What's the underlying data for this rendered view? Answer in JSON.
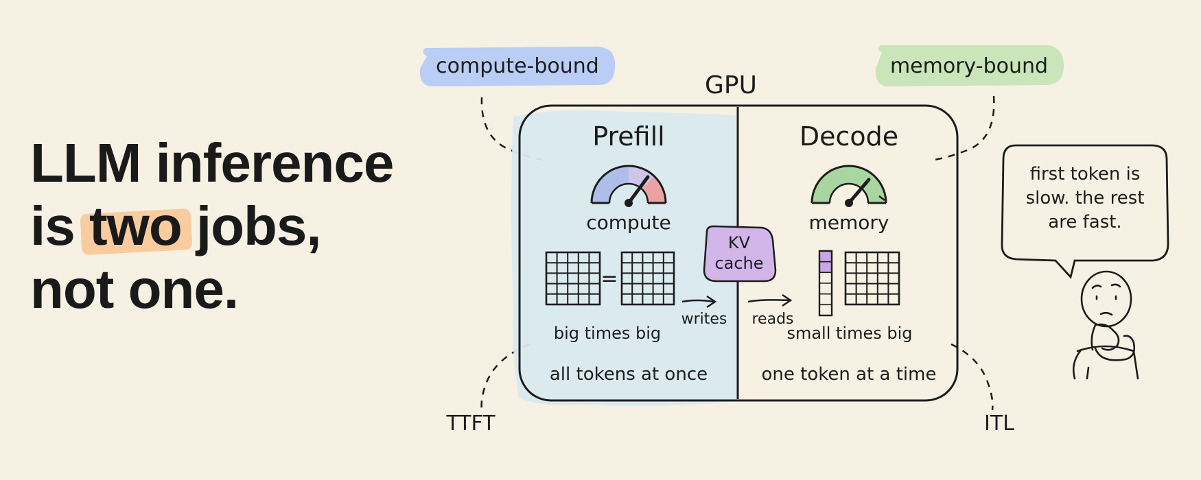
{
  "headline": {
    "line1": "LLM inference",
    "line2_before": "is ",
    "line2_highlight": "two",
    "line2_after": " jobs,",
    "line3": "not one."
  },
  "diagram": {
    "gpu_label": "GPU",
    "compute_bound_tag": "compute-bound",
    "memory_bound_tag": "memory-bound",
    "prefill": {
      "title": "Prefill",
      "gauge_label": "compute",
      "equals": "=",
      "caption": "big times big",
      "footer": "all tokens at once"
    },
    "decode": {
      "title": "Decode",
      "gauge_label": "memory",
      "caption": "small times big",
      "footer": "one token at a time"
    },
    "kv_cache": {
      "line1": "KV",
      "line2": "cache"
    },
    "writes_label": "writes",
    "reads_label": "reads",
    "ttft_label": "TTFT",
    "itl_label": "ITL"
  },
  "speech_bubble": {
    "line1": "first token is",
    "line2": "slow. the rest",
    "line3": "are fast."
  },
  "colors": {
    "background": "#f6f1e3",
    "prefill_wash": "#d9e9ef",
    "compute_tag": "#b9cdf5",
    "memory_tag": "#c9e5b9",
    "kv_cache": "#d2b6ea",
    "highlight": "#f8c99b",
    "gauge_blue": "#aebde9",
    "gauge_red": "#eaa3a3",
    "gauge_green": "#a9d6a0"
  }
}
